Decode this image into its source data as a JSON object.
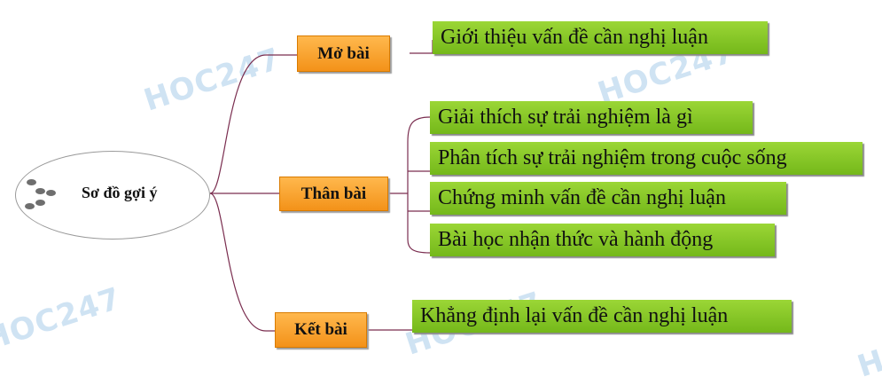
{
  "watermark": "HOC247",
  "root": {
    "label": "Sơ đồ gợi ý"
  },
  "branches": [
    {
      "label": "Mở bài",
      "items": [
        "Giới thiệu vấn đề cần nghị luận"
      ]
    },
    {
      "label": "Thân bài",
      "items": [
        "Giải thích sự trải nghiệm là gì",
        "Phân tích sự trải nghiệm trong cuộc sống",
        "Chứng minh vấn đề cần nghị luận",
        "Bài học nhận thức và hành động"
      ]
    },
    {
      "label": "Kết bài",
      "items": [
        "Khẳng định lại vấn đề cần nghị luận"
      ]
    }
  ],
  "colors": {
    "branch": "#f7a12b",
    "leaf": "#8cc92a",
    "connector": "#7a2d4f"
  }
}
